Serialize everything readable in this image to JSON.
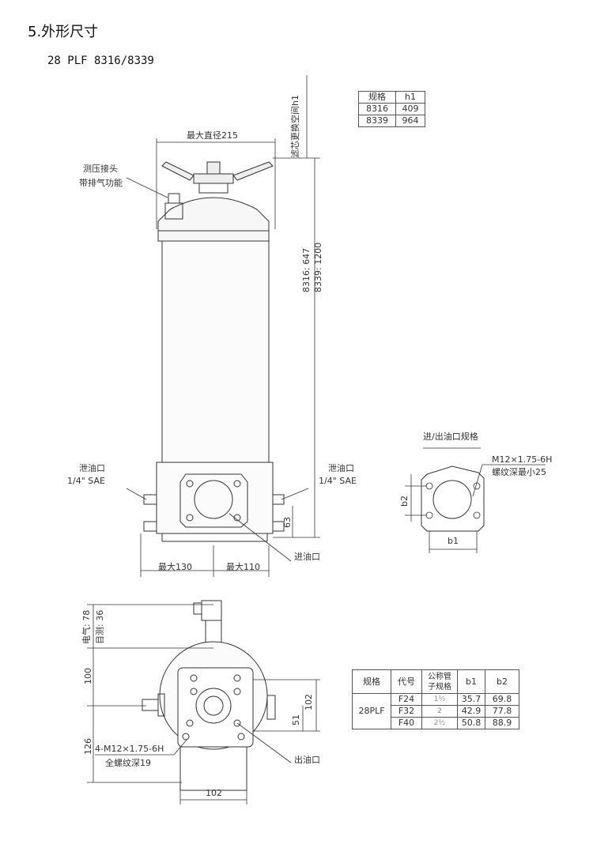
{
  "section_title": "5.外形尺寸",
  "model_title": "28 PLF 8316/8339",
  "h1_table": {
    "headers": [
      "规格",
      "h1"
    ],
    "rows": [
      [
        "8316",
        "409"
      ],
      [
        "8339",
        "964"
      ]
    ]
  },
  "front_view": {
    "replace_space_label": "滤芯更换空间h1",
    "max_diameter": "最大直径215",
    "height_8316": "8316: 647",
    "height_8339": "8339: 1200",
    "pressure_port_line1": "测压接头",
    "pressure_port_line2": "带排气功能",
    "drain_left_label": "泄油口",
    "drain_left_size": "1/4\" SAE",
    "drain_right_label": "泄油口",
    "drain_right_size": "1/4\" SAE",
    "dim_63": "63",
    "inlet_label": "进油口",
    "max_130": "最大130",
    "max_110": "最大110"
  },
  "flange_detail": {
    "title": "进/出油口规格",
    "thread_line1": "M12×1.75-6H",
    "thread_line2": "螺纹深最小25",
    "b1": "b1",
    "b2": "b2"
  },
  "bottom_view": {
    "electric_78": "电气: 78",
    "visual_36": "目测: 36",
    "dim_100": "100",
    "dim_126": "126",
    "thread_line1": "4-M12×1.75-6H",
    "thread_line2": "全螺纹深19",
    "dim_102_bottom": "102",
    "dim_102_right": "102",
    "dim_51": "51",
    "outlet_label": "出油口"
  },
  "port_table": {
    "headers": [
      "规格",
      "代号",
      "公称管子规格",
      "b1",
      "b2"
    ],
    "model": "28PLF",
    "rows": [
      [
        "F24",
        "1½",
        "35.7",
        "69.8"
      ],
      [
        "F32",
        "2",
        "42.9",
        "77.8"
      ],
      [
        "F40",
        "2½",
        "50.8",
        "88.9"
      ]
    ]
  }
}
